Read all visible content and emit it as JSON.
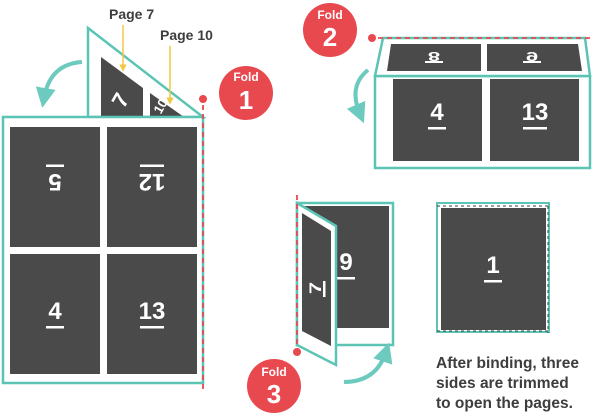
{
  "callouts": {
    "page_a": "Page 7",
    "page_b": "Page 10"
  },
  "folds": [
    {
      "word": "Fold",
      "number": "1"
    },
    {
      "word": "Fold",
      "number": "2"
    },
    {
      "word": "Fold",
      "number": "3"
    }
  ],
  "sheet": {
    "top_pages": [
      "5",
      "12"
    ],
    "bottom_pages": [
      "4",
      "13"
    ],
    "flap_pages": [
      "7",
      "10"
    ]
  },
  "step2": {
    "top_pages": [
      "8",
      "9"
    ],
    "bottom_pages": [
      "4",
      "13"
    ]
  },
  "step3": {
    "front_page": "9",
    "flap_page": "7"
  },
  "trimmed": {
    "page": "1"
  },
  "caption": {
    "line1": "After binding, three",
    "line2": "sides are trimmed",
    "line3": "to open the pages."
  },
  "colors": {
    "page_fill": "#4a4a4a",
    "outline_teal": "#5bc4b5",
    "arrow_teal": "#6ccabf",
    "fold_red": "#e8494f",
    "callout_yellow": "#f2c744",
    "text_dark": "#3d3d3d"
  }
}
